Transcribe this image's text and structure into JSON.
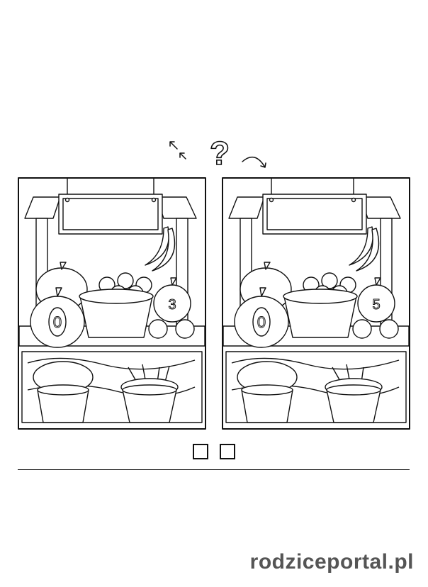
{
  "puzzle": {
    "question_mark": "?",
    "left_numbers": {
      "pumpkin_front": "0",
      "pumpkin_small": "3"
    },
    "right_numbers": {
      "pumpkin_front": "0",
      "pumpkin_small": "5"
    }
  },
  "answer": {
    "boxes": [
      "",
      ""
    ]
  },
  "watermark": {
    "text": "rodziceportal.pl"
  },
  "colors": {
    "ink": "#111111",
    "paper": "#ffffff",
    "watermark": "#555555"
  }
}
